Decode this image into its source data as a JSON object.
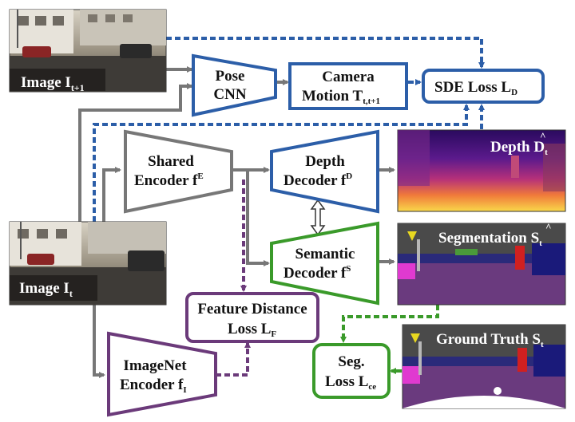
{
  "colors": {
    "blue": "#2c5ea8",
    "green": "#3a9a2a",
    "purple": "#6b3a7a",
    "gray": "#777777",
    "dark_text": "#111111"
  },
  "images": {
    "image_t1": {
      "base": "Image I",
      "sub": "t+1"
    },
    "image_t": {
      "base": "Image I",
      "sub": "t"
    },
    "depth": {
      "base": "Depth D",
      "sub": "t",
      "hat": "^"
    },
    "segmentation": {
      "base": "Segmentation S",
      "sub": "t",
      "hat": "^"
    },
    "ground_truth": {
      "base": "Ground Truth S",
      "sub": "t"
    }
  },
  "nodes": {
    "pose_cnn": {
      "line1": "Pose",
      "line2": "CNN"
    },
    "camera_motion": {
      "line1": "Camera",
      "line2": "Motion T",
      "sub": "t,t+1"
    },
    "sde_loss": {
      "base": "SDE Loss L",
      "sub": "D"
    },
    "shared_encoder": {
      "line1": "Shared",
      "line2": "Encoder f",
      "sup": "E"
    },
    "depth_decoder": {
      "line1": "Depth",
      "line2": "Decoder f",
      "sup": "D"
    },
    "semantic_decoder": {
      "line1": "Semantic",
      "line2": "Decoder f",
      "sup": "S"
    },
    "feature_distance": {
      "line1": "Feature Distance",
      "line2": "Loss L",
      "sub": "F"
    },
    "imagenet_encoder": {
      "line1": "ImageNet",
      "line2": "Encoder f",
      "sub": "I"
    },
    "seg_loss": {
      "line1": "Seg.",
      "line2": "Loss L",
      "sub": "ce"
    }
  }
}
